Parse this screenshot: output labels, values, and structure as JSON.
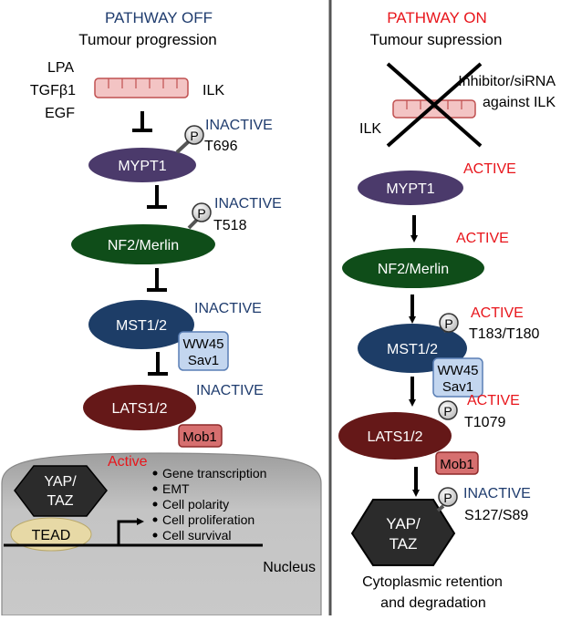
{
  "left_panel": {
    "title": "PATHWAY OFF",
    "subtitle": "Tumour progression",
    "stimuli": [
      "LPA",
      "TGFβ1",
      "EGF"
    ],
    "ilk_label": "ILK",
    "p_label": "P",
    "mypt1": {
      "name": "MYPT1",
      "state": "INACTIVE",
      "site": "T696"
    },
    "nf2": {
      "name": "NF2/Merlin",
      "state": "INACTIVE",
      "site": "T518"
    },
    "mst": {
      "name": "MST1/2",
      "state": "INACTIVE",
      "partner_line1": "WW45",
      "partner_line2": "Sav1"
    },
    "lats": {
      "name": "LATS1/2",
      "state": "INACTIVE",
      "partner": "Mob1"
    },
    "nucleus": {
      "label": "Nucleus",
      "yap_line1": "YAP/",
      "yap_line2": "TAZ",
      "tead": "TEAD",
      "active": "Active",
      "outcomes": [
        "Gene transcription",
        "EMT",
        "Cell polarity",
        "Cell proliferation",
        "Cell survival"
      ]
    }
  },
  "right_panel": {
    "title": "PATHWAY ON",
    "subtitle": "Tumour supression",
    "inhibitor_line1": "Inhibitor/siRNA",
    "inhibitor_line2": "against ILK",
    "ilk_label": "ILK",
    "p_label": "P",
    "mypt1": {
      "name": "MYPT1",
      "state": "ACTIVE"
    },
    "nf2": {
      "name": "NF2/Merlin",
      "state": "ACTIVE"
    },
    "mst": {
      "name": "MST1/2",
      "state": "ACTIVE",
      "site": "T183/T180",
      "partner_line1": "WW45",
      "partner_line2": "Sav1"
    },
    "lats": {
      "name": "LATS1/2",
      "state": "ACTIVE",
      "site": "T1079",
      "partner": "Mob1"
    },
    "yap": {
      "line1": "YAP/",
      "line2": "TAZ",
      "state": "INACTIVE",
      "site": "S127/S89"
    },
    "outcome_line1": "Cytoplasmic retention",
    "outcome_line2": "and degradation"
  },
  "colors": {
    "inactive_blue": "#1f3c6e",
    "active_red": "#e8151b",
    "mypt1_fill": "#4b3a6b",
    "nf2_fill": "#0f4d19",
    "mst_fill": "#1d3d67",
    "lats_fill": "#651818",
    "ilk_fill": "#f3c4c4",
    "mob1_fill": "#d66f6f",
    "ww45_fill": "#c3d6ef",
    "nucleus_fill": "#bdbdbd",
    "yap_fill": "#2b2b2b",
    "tead_fill": "#e7d9a6"
  }
}
